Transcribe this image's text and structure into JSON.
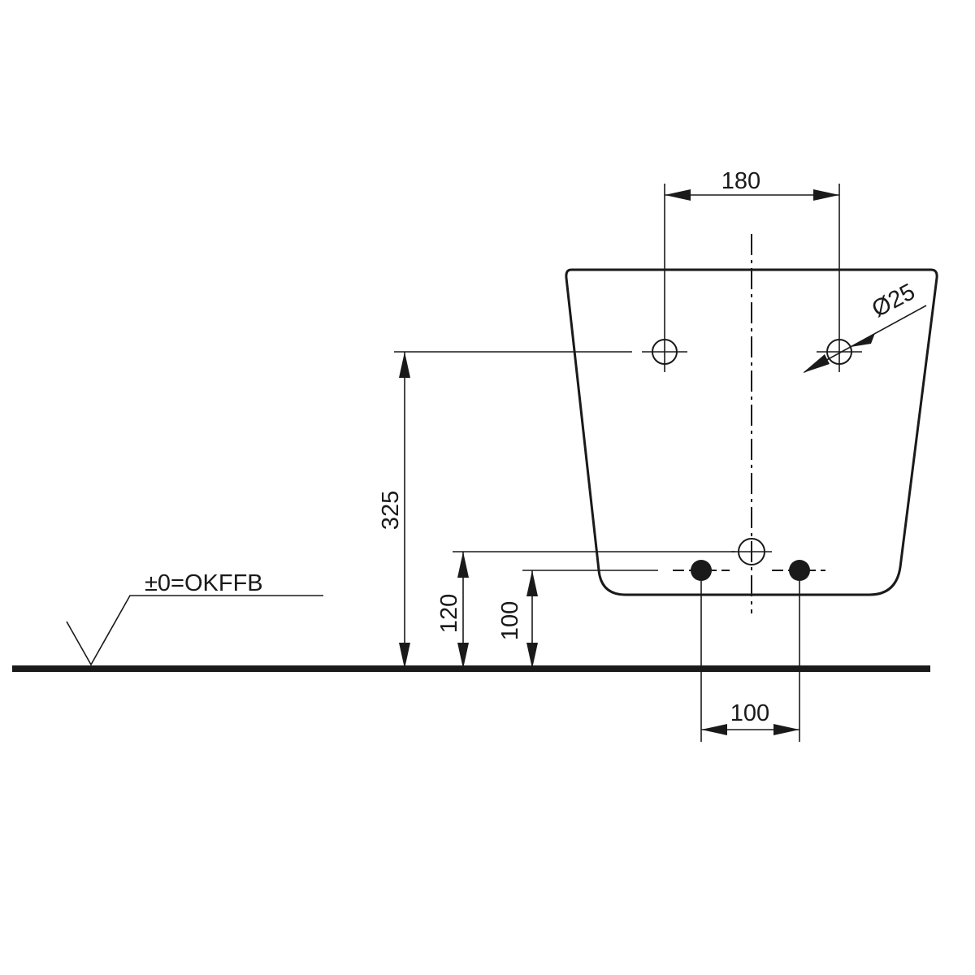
{
  "dimensions": {
    "top_spacing": "180",
    "hole_diameter": "Ø25",
    "height_holes": "325",
    "height_upper_supply": "120",
    "height_lower_supply": "100",
    "supply_spacing": "100"
  },
  "floor_reference": {
    "label": "±0=OKFFB"
  }
}
